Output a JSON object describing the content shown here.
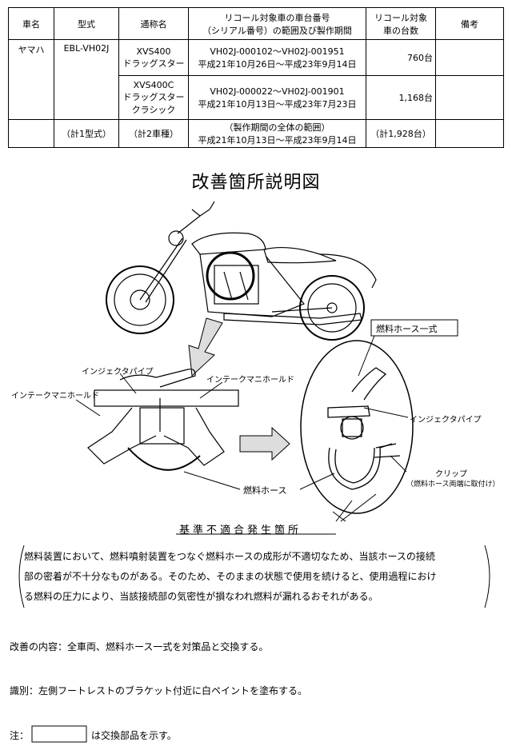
{
  "table": {
    "headers": [
      "車名",
      "型式",
      "通称名",
      "リコール対象車の車台番号",
      "（シリアル番号）の範囲及び製作期間",
      "リコール対象",
      "車の台数",
      "備考"
    ],
    "make": "ヤマハ",
    "model_code": "EBL-VH02J",
    "rows": [
      {
        "name_lines": [
          "XVS400",
          "ドラッグスター"
        ],
        "range": "VH02J-000102～VH02J-001951",
        "period": "平成21年10月26日～平成23年9月14日",
        "count": "760台"
      },
      {
        "name_lines": [
          "XVS400C",
          "ドラッグスター",
          "クラシック"
        ],
        "range": "VH02J-000022～VH02J-001901",
        "period": "平成21年10月13日～平成23年7月23日",
        "count": "1,168台"
      }
    ],
    "total": {
      "models": "（計1型式）",
      "kinds": "（計2車種）",
      "range_label": "（製作期間の全体の範囲）",
      "period": "平成21年10月13日～平成23年9月14日",
      "count": "（計1,928台）"
    }
  },
  "diagram": {
    "title": "改善箇所説明図",
    "labels": {
      "fuel_hose_set": "燃料ホース一式",
      "injector_pipe_left": "インジェクタパイプ",
      "intake_left": "インテークマニホールド",
      "intake_right": "インテークマニホールド",
      "injector_pipe_right": "インジェクタパイプ",
      "clip": "クリップ",
      "clip_note": "（燃料ホース両端に取付け）",
      "fuel_hose": "燃料ホース",
      "basis": "基準不適合発生箇所"
    }
  },
  "description": {
    "line1": "燃料装置において、燃料噴射装置をつなぐ燃料ホースの成形が不適切なため、当該ホースの接続",
    "line2": "部の密着が不十分なものがある。そのため、そのままの状態で使用を続けると、使用過程におけ",
    "line3": "る燃料の圧力により、当該接続部の気密性が損なわれ燃料が漏れるおそれがある。"
  },
  "remedy": "改善の内容：全車両、燃料ホース一式を対策品と交換する。",
  "identification": "識別：左側フートレストのブラケット付近に白ペイントを塗布する。",
  "note": {
    "prefix": "注：",
    "suffix": "は交換部品を示す。"
  }
}
